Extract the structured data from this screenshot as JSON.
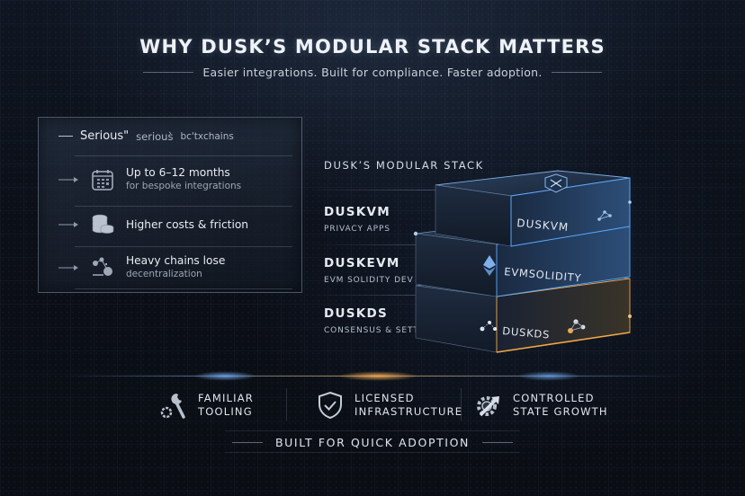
{
  "header": {
    "title": "WHY DUSK’S MODULAR STACK MATTERS",
    "subtitle": "Easier integrations. Built for compliance. Faster adoption."
  },
  "left_panel": {
    "heading_1": "Serious\"",
    "heading_2": "serious̀",
    "heading_3": "bc'txchains",
    "items": [
      {
        "icon": "calendar-icon",
        "main": "Up to 6–12 months",
        "sub": "for bespoke integrations"
      },
      {
        "icon": "coins-icon",
        "main": "Higher costs & friction",
        "sub": ""
      },
      {
        "icon": "network-nodes-icon",
        "main": "Heavy chains lose",
        "sub": "decentralization"
      }
    ]
  },
  "stack": {
    "title": "DUSK’S MODULAR STACK",
    "layers": [
      {
        "name": "DUSKVM",
        "desc": "PRIVACY APPS",
        "block_label": "DUSKVM",
        "icon": "shield-network-icon",
        "side_icon": "nodes-icon"
      },
      {
        "name": "DUSKEVM",
        "desc": "EVM SOLIDITY DEV TOOLS",
        "block_label": "EVMSOLIDITY",
        "icon": "ethereum-icon"
      },
      {
        "name": "DUSKDS",
        "desc": "CONSENSUS & SETTLEMENT",
        "block_label": "DUSKDS",
        "icon": "nodes-icon",
        "side_icon": "nodes-icon"
      }
    ]
  },
  "features": [
    {
      "icon": "wrench-gear-icon",
      "line1": "FAMILIAR",
      "line2": "TOOLING"
    },
    {
      "icon": "shield-check-icon",
      "line1": "LICENSED",
      "line2": "INFRASTRUCTURE"
    },
    {
      "icon": "gear-growth-icon",
      "line1": "CONTROLLED",
      "line2": "STATE GROWTH"
    }
  ],
  "footer": {
    "tagline": "BUILT FOR QUICK ADOPTION"
  },
  "colors": {
    "background": "#0b0f17",
    "accent_blue": "#5aa8ff",
    "accent_gold": "#f0a848",
    "text": "#e4e9f0"
  }
}
